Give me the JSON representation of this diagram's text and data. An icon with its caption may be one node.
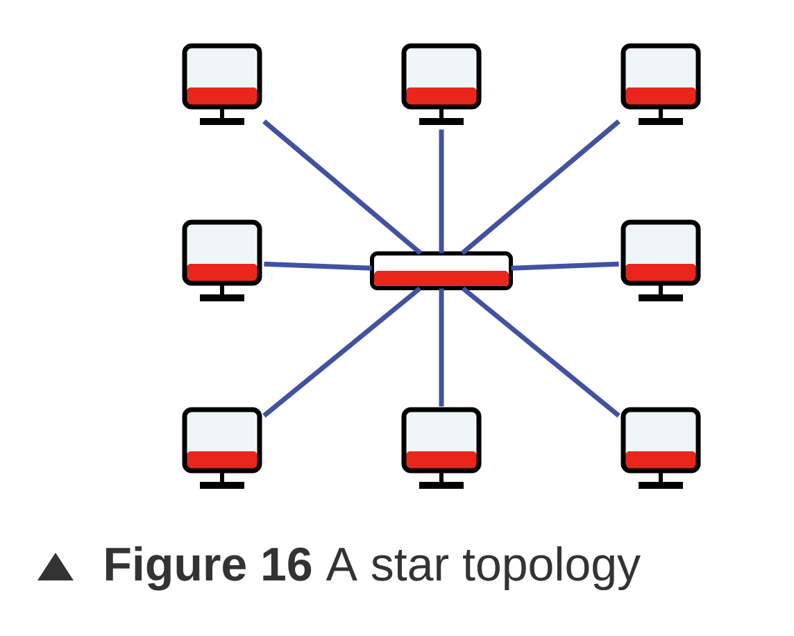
{
  "diagram": {
    "caption": "**Figure 16** A star topology",
    "nodes": [
      {
        "text": [],
        "shape": "picture"
      },
      {
        "text": [],
        "shape": "picture"
      },
      {
        "text": [],
        "shape": "picture"
      },
      {
        "text": [],
        "shape": "picture"
      },
      {
        "text": [],
        "shape": "bar"
      },
      {
        "text": [],
        "shape": "picture"
      },
      {
        "text": [],
        "shape": "picture"
      },
      {
        "text": [],
        "shape": "picture"
      },
      {
        "text": [],
        "shape": "picture"
      }
    ],
    "edges": [
      {
        "from": 4,
        "to": 0,
        "arrow": "none"
      },
      {
        "from": 4,
        "to": 1,
        "arrow": "none"
      },
      {
        "from": 4,
        "to": 2,
        "arrow": "none"
      },
      {
        "from": 4,
        "to": 3,
        "arrow": "none"
      },
      {
        "from": 4,
        "to": 5,
        "arrow": "none"
      },
      {
        "from": 4,
        "to": 6,
        "arrow": "none"
      },
      {
        "from": 4,
        "to": 7,
        "arrow": "none"
      },
      {
        "from": 4,
        "to": 8,
        "arrow": "none"
      }
    ]
  }
}
